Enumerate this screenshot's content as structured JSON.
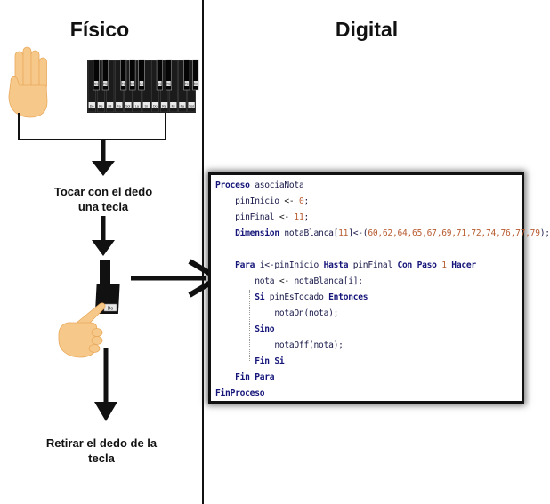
{
  "titles": {
    "physical": "Físico",
    "digital": "Digital"
  },
  "steps": {
    "touch_line1": "Tocar con el dedo",
    "touch_line2": "una tecla",
    "remove_line1": "Retirar el dedo de la",
    "remove_line2": "tecla"
  },
  "keyboard": {
    "white_keys": [
      "Do",
      "Re",
      "Mi",
      "Fa",
      "Sol",
      "La",
      "Si",
      "Do",
      "Re",
      "Mi",
      "Fa",
      "Sol"
    ],
    "black_keys": [
      "Do",
      "Re",
      "Fa",
      "Sol",
      "La",
      "Do",
      "Re",
      "Fa",
      "Sol",
      "La"
    ],
    "single_key": "Do"
  },
  "code": {
    "line1": {
      "kw": "Proceso",
      "rest": " asociaNota"
    },
    "line2": {
      "a": "    pinInicio ",
      "op": "<-",
      "num": " 0",
      "end": ";"
    },
    "line3": {
      "a": "    pinFinal ",
      "op": "<-",
      "num": " 11",
      "end": ";"
    },
    "line4": {
      "kw": "Dimension",
      "a": " notaBlanca[",
      "n1": "11",
      "b": "]<-(",
      "nums": "60,62,64,65,67,69,71,72,74,76,77,79",
      "end": ");"
    },
    "line6": {
      "kw1": "Para",
      "a": " i<-pinInicio ",
      "kw2": "Hasta",
      "b": " pinFinal ",
      "kw3": "Con Paso",
      "num": " 1",
      "kw4": " Hacer"
    },
    "line7": {
      "a": "nota ",
      "op": "<-",
      "b": " notaBlanca[i];"
    },
    "line8": {
      "kw1": "Si",
      "a": " pinEsTocado ",
      "kw2": "Entonces"
    },
    "line9": {
      "a": "notaOn(nota);"
    },
    "line10": {
      "kw": "Sino"
    },
    "line11": {
      "a": "notaOff(nota);"
    },
    "line12": {
      "kw": "Fin Si"
    },
    "line13": {
      "kw": "Fin Para"
    },
    "line14": {
      "kw": "FinProceso"
    }
  },
  "colors": {
    "keyword": "#16167a",
    "number": "#b75a2e",
    "skin": "#f6c98a",
    "skin_shade": "#e9a95c"
  }
}
